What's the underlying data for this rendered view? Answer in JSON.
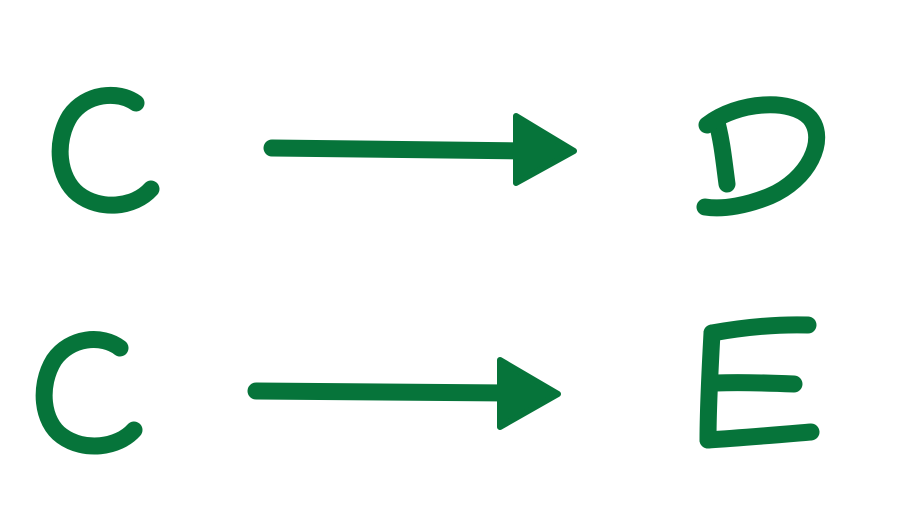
{
  "ink_color": "#06743a",
  "background_color": "#ffffff",
  "rows": [
    {
      "from": "C",
      "to": "D"
    },
    {
      "from": "C",
      "to": "E"
    }
  ]
}
